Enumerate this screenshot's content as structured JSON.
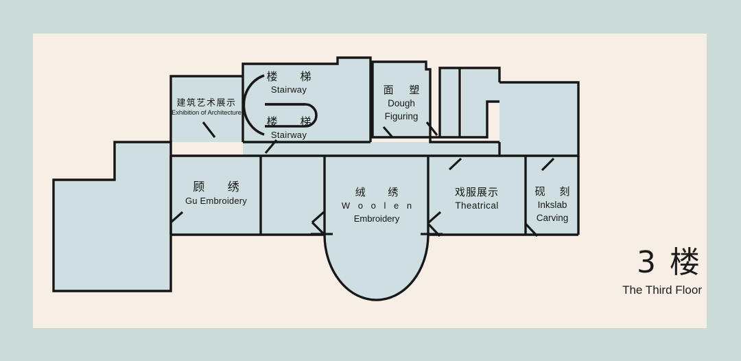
{
  "page": {
    "title": "Museum Floor Plan — The Third Floor",
    "background_color": "#ccdcd9",
    "panel_color": "#f7efe5",
    "room_fill_color": "#cfdfe1",
    "wall_color": "#171717"
  },
  "floor_badge": {
    "cn": "3 楼",
    "en": "The Third Floor"
  },
  "rooms": [
    {
      "id": "exhibition-of-architecture",
      "cn": "建筑艺术展示",
      "en": "Exhibition of Architecture"
    },
    {
      "id": "stairway-upper",
      "cn": "楼 梯",
      "en": "Stairway"
    },
    {
      "id": "stairway-lower",
      "cn": "楼 梯",
      "en": "Stairway"
    },
    {
      "id": "dough-figuring",
      "cn": "面 塑",
      "en_line1": "Dough",
      "en_line2": "Figuring"
    },
    {
      "id": "gu-embroidery",
      "cn": "顾 绣",
      "en": "Gu Embroidery"
    },
    {
      "id": "woolen-embroidery",
      "cn": "绒 绣",
      "en_line1": "W o o l e n",
      "en_line2": "Embroidery"
    },
    {
      "id": "theatrical",
      "cn": "戏服展示",
      "en": "Theatrical"
    },
    {
      "id": "inkslab-carving",
      "cn": "砚 刻",
      "en_line1": "Inkslab",
      "en_line2": "Carving"
    }
  ]
}
